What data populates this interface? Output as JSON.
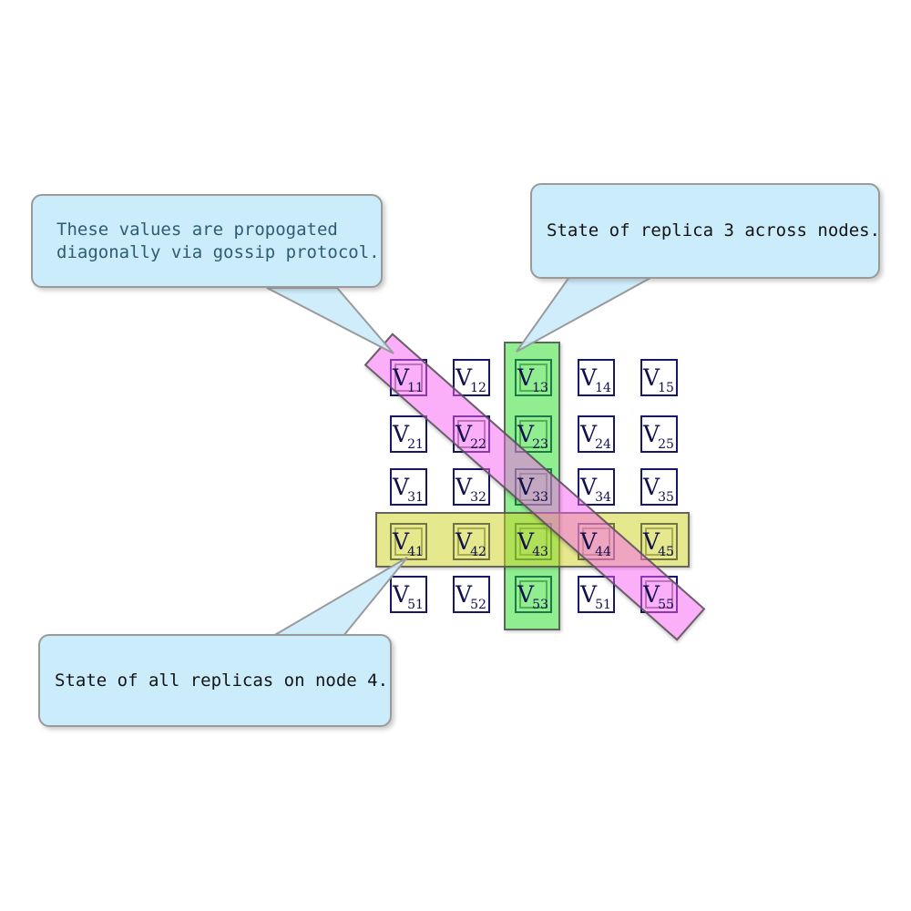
{
  "diagram": {
    "background_color": "#ffffff",
    "callouts": [
      {
        "name": "gossip-note",
        "lines": [
          "These values are propogated",
          "diagonally via gossip protocol."
        ],
        "text_color": "#2e5d70"
      },
      {
        "name": "replica3-note",
        "lines": [
          "State of replica 3 across nodes."
        ],
        "text_color": "#141414"
      },
      {
        "name": "node4-note",
        "lines": [
          "State of all replicas on node 4."
        ],
        "text_color": "#141414"
      }
    ],
    "callout_fill": "#cbecfb",
    "callout_border": "#9a9a9a",
    "matrix": {
      "base_letter": "V",
      "rows": 5,
      "cols": 5,
      "subscripts": [
        "11",
        "12",
        "13",
        "14",
        "15",
        "21",
        "22",
        "23",
        "24",
        "25",
        "31",
        "32",
        "33",
        "34",
        "35",
        "41",
        "42",
        "43",
        "44",
        "45",
        "51",
        "52",
        "53",
        "51",
        "55"
      ],
      "cell_border_color": "#16166b",
      "cell_text_color": "#10104d"
    },
    "highlights": [
      {
        "name": "replica-3-column",
        "shape": "vertical-band",
        "color": "#22dd22",
        "covers_cells": [
          "V13",
          "V23",
          "V33",
          "V43",
          "V53"
        ]
      },
      {
        "name": "node-4-row",
        "shape": "horizontal-band",
        "color": "#cdd11e",
        "covers_cells": [
          "V41",
          "V42",
          "V43",
          "V44",
          "V45"
        ]
      },
      {
        "name": "gossip-diagonal",
        "shape": "diagonal-band",
        "color": "#f75ff1",
        "covers_cells": [
          "V11",
          "V22",
          "V33",
          "V44",
          "V55"
        ]
      }
    ]
  }
}
